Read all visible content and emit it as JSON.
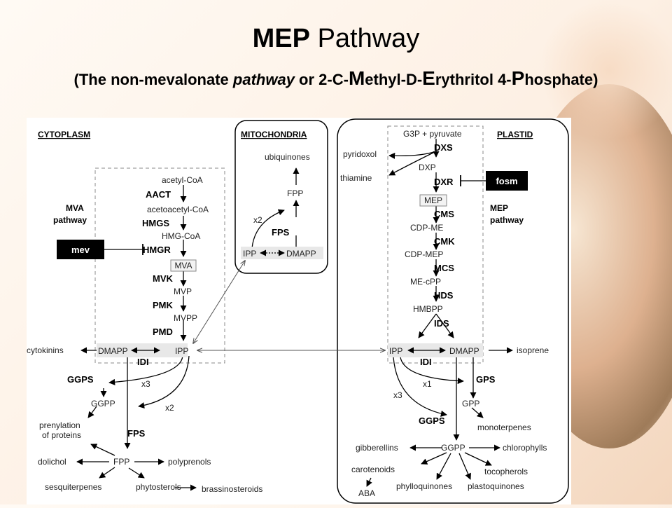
{
  "title": {
    "bold": "MEP",
    "rest": " Pathway"
  },
  "subtitle": {
    "p1": "(The non-mevalonate ",
    "p2": "pathway",
    "p3": " or 2-C-",
    "M": "M",
    "p4": "ethyl-D-",
    "E": "E",
    "p5": "rythritol 4-",
    "P": "P",
    "p6": "hosphate)"
  },
  "diagram": {
    "cytoplasm": "CYTOPLASM",
    "mitochondria": "MITOCHONDRIA",
    "plastid": "PLASTID",
    "mva_pathway": [
      "MVA",
      "pathway"
    ],
    "mep_pathway": [
      "MEP",
      "pathway"
    ],
    "inhibitor_mev": "mev",
    "inhibitor_fosm": "fosm",
    "mva": {
      "acetyl_coa": "acetyl-CoA",
      "aact": "AACT",
      "acetoacetyl_coa": "acetoacetyl-CoA",
      "hmgs": "HMGS",
      "hmg_coa": "HMG-CoA",
      "hmgr": "HMGR",
      "mva": "MVA",
      "mvk": "MVK",
      "mvp": "MVP",
      "pmk": "PMK",
      "mvpp": "MVPP",
      "pmd": "PMD",
      "dmapp": "DMAPP",
      "ipp": "IPP",
      "idi": "IDI",
      "cytokinins": "cytokinins",
      "ggps": "GGPS",
      "x3": "x3",
      "ggpp": "GGPP",
      "x2": "x2",
      "prenylation": [
        "prenylation",
        "of proteins"
      ],
      "fps": "FPS",
      "dolichol": "dolichol",
      "fpp": "FPP",
      "polyprenols": "polyprenols",
      "sesquiterpenes": "sesquiterpenes",
      "phytosterols": "phytosterols",
      "brassinosteroids": "brassinosteroids"
    },
    "mito": {
      "ubiquinones": "ubiquinones",
      "fpp": "FPP",
      "x2": "x2",
      "fps": "FPS",
      "ipp": "IPP",
      "dmapp": "DMAPP"
    },
    "mep": {
      "g3p": "G3P + pyruvate",
      "dxs": "DXS",
      "pyridoxol": "pyridoxol",
      "dxp": "DXP",
      "thiamine": "thiamine",
      "dxr": "DXR",
      "mep": "MEP",
      "cms": "CMS",
      "cdp_me": "CDP-ME",
      "cmk": "CMK",
      "cdp_mep": "CDP-MEP",
      "mcs": "MCS",
      "me_cpp": "ME-cPP",
      "hds": "HDS",
      "hmbpp": "HMBPP",
      "ids": "IDS",
      "ipp": "IPP",
      "dmapp": "DMAPP",
      "idi": "IDI",
      "isoprene": "isoprene",
      "x1": "x1",
      "gps": "GPS",
      "x3": "x3",
      "gpp": "GPP",
      "monoterpenes": "monoterpenes",
      "ggps": "GGPS",
      "gibberellins": "gibberellins",
      "ggpp": "GGPP",
      "chlorophylls": "chlorophylls",
      "carotenoids": "carotenoids",
      "tocopherols": "tocopherols",
      "aba": "ABA",
      "phylloquinones": "phylloquinones",
      "plastoquinones": "plastoquinones"
    }
  }
}
